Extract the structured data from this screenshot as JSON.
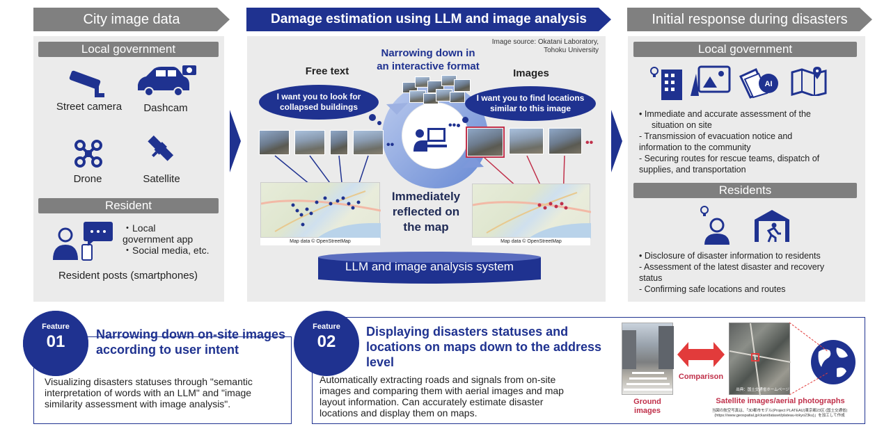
{
  "headers": {
    "city": "City image data",
    "damage": "Damage estimation using LLM and image analysis",
    "initial": "Initial response during disasters"
  },
  "left": {
    "local_gov": "Local government",
    "street_camera": "Street camera",
    "dashcam": "Dashcam",
    "drone": "Drone",
    "satellite": "Satellite",
    "resident": "Resident",
    "resident_item1": "・Local",
    "resident_item1b": "government app",
    "resident_item2": "・Social media, etc.",
    "resident_posts": "Resident posts (smartphones)"
  },
  "middle": {
    "image_source_1": "Image source: Okatani Laboratory,",
    "image_source_2": "Tohoku University",
    "narrowing_1": "Narrowing down in",
    "narrowing_2": "an interactive format",
    "free_text": "Free text",
    "images": "Images",
    "cloud_left_1": "I want you to look for",
    "cloud_left_2": "collapsed buildings",
    "cloud_right_1": "I want you to find locations",
    "cloud_right_2": "similar to this image",
    "reflected_1": "Immediately",
    "reflected_2": "reflected on",
    "reflected_3": "the map",
    "map_credit": "Map data © OpenStreetMap",
    "system": "LLM and image analysis system"
  },
  "right": {
    "local_gov": "Local government",
    "gov_bullet1": "•  Immediate and accurate assessment of the",
    "gov_bullet1b": "situation on site",
    "gov_line2a": "- Transmission of evacuation notice and",
    "gov_line2b": "information to the community",
    "gov_line3a": "- Securing routes for rescue teams, dispatch of",
    "gov_line3b": "supplies, and transportation",
    "residents": "Residents",
    "res_bullet1": "•  Disclosure of disaster information to residents",
    "res_line2a": "- Assessment of the latest disaster and recovery",
    "res_line2b": "status",
    "res_line3": "- Confirming safe locations and routes",
    "ai_label": "AI"
  },
  "feature1": {
    "label": "Feature",
    "num": "01",
    "title_1": "Narrowing down on-site images",
    "title_2": "according to user intent",
    "body_1": "Visualizing disasters statuses through \"semantic",
    "body_2": "interpretation of words with an LLM\" and \"image",
    "body_3": "similarity assessment with image analysis\"."
  },
  "feature2": {
    "label": "Feature",
    "num": "02",
    "title_1": "Displaying disasters statuses and",
    "title_2": "locations on maps down to the address",
    "title_3": "level",
    "body_1": "Automatically extracting roads and signals from on-site",
    "body_2": "images and comparing them with aerial images and map",
    "body_3": "layout information. Can accurately estimate disaster",
    "body_4": "locations and display them on maps.",
    "comparison": "Comparison",
    "ground_1": "Ground",
    "ground_2": "images",
    "satellite": "Satellite images/aerial photographs",
    "fine_print_1": "出典：国土交通省ホームページ",
    "fine_print_2": "当図の航空写真は、「3D都市モデル(Project PLATEAU)東京都23区 (国土交通省)",
    "fine_print_3": "(https://www.geospatial.jp/ckan/dataset/plateau-tokyo23ku)」を加工して作成"
  },
  "colors": {
    "navy": "#1f3290",
    "gray_bar": "#7f7f7f",
    "panel": "#ebebeb",
    "red": "#c0304a"
  }
}
